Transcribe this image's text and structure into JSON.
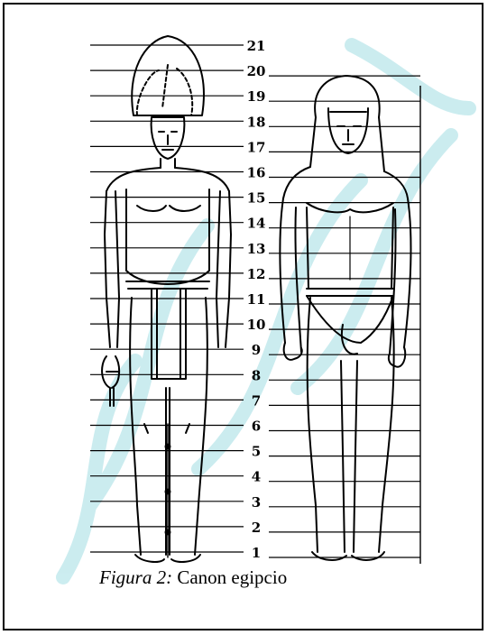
{
  "scale_numbers": [
    "21",
    "20",
    "19",
    "18",
    "17",
    "16",
    "15",
    "14",
    "13",
    "12",
    "11",
    "10",
    "9",
    "8",
    "7",
    "6",
    "5",
    "4",
    "3",
    "2",
    "1"
  ],
  "caption": {
    "prefix": "Figura 2:",
    "text": " Canon egipcio"
  },
  "colors": {
    "ink": "#000000",
    "watermark": "#bfe8ec"
  }
}
